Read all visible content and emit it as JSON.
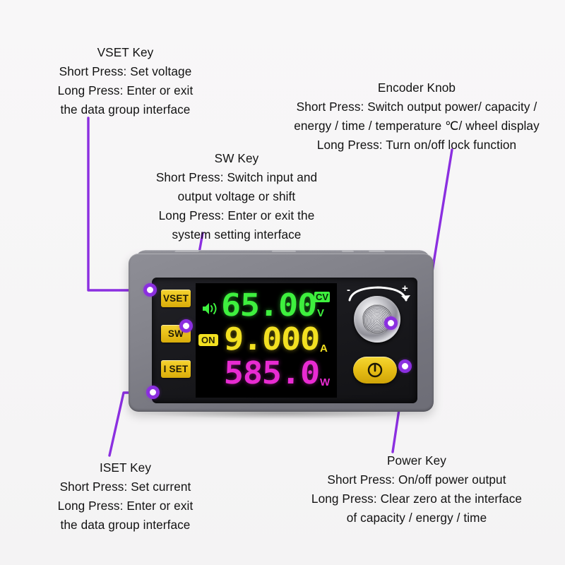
{
  "accent_color": "#8b2fe0",
  "background_color": "#f7f6f7",
  "device": {
    "name": "dc-power-supply-module",
    "body_color": "#7d7d86",
    "face_color": "#17171b",
    "keys": [
      {
        "id": "vset",
        "label": "VSET",
        "color": "#e9c018"
      },
      {
        "id": "sw",
        "label": "SW",
        "color": "#e9c018"
      },
      {
        "id": "iset",
        "label": "I SET",
        "color": "#e9c018"
      }
    ],
    "display": {
      "voltage": {
        "value": "65.00",
        "unit": "V",
        "tag": "CV",
        "color": "#3ef03e"
      },
      "current": {
        "value": "9.000",
        "unit": "A",
        "tag": "ON",
        "color": "#f2e021"
      },
      "power": {
        "value": "585.0",
        "unit": "W",
        "color": "#e82bd2"
      },
      "speaker_icon": "speaker-on-icon"
    },
    "encoder": {
      "minus": "-",
      "plus": "+",
      "rotation_icon": "rotate-cw-arrow-icon"
    },
    "power_button": {
      "icon": "power-symbol-icon"
    }
  },
  "callouts": {
    "vset": {
      "title": "VSET Key",
      "lines": [
        "Short Press: Set voltage",
        "Long Press: Enter or exit",
        "the data group interface"
      ]
    },
    "sw": {
      "title": "SW Key",
      "lines": [
        "Short Press: Switch input and",
        "output voltage or shift",
        "Long Press: Enter or exit the",
        "system setting interface"
      ]
    },
    "encoder": {
      "title": "Encoder Knob",
      "lines": [
        "Short Press: Switch output power/ capacity /",
        "energy / time / temperature ℃/ wheel display",
        "Long Press: Turn on/off lock function"
      ]
    },
    "iset": {
      "title": "ISET Key",
      "lines": [
        "Short Press: Set current",
        "Long Press: Enter or exit",
        "the data group interface"
      ]
    },
    "power": {
      "title": "Power Key",
      "lines": [
        "Short Press: On/off power output",
        "Long Press: Clear zero at the interface",
        "of capacity / energy / time"
      ]
    }
  }
}
